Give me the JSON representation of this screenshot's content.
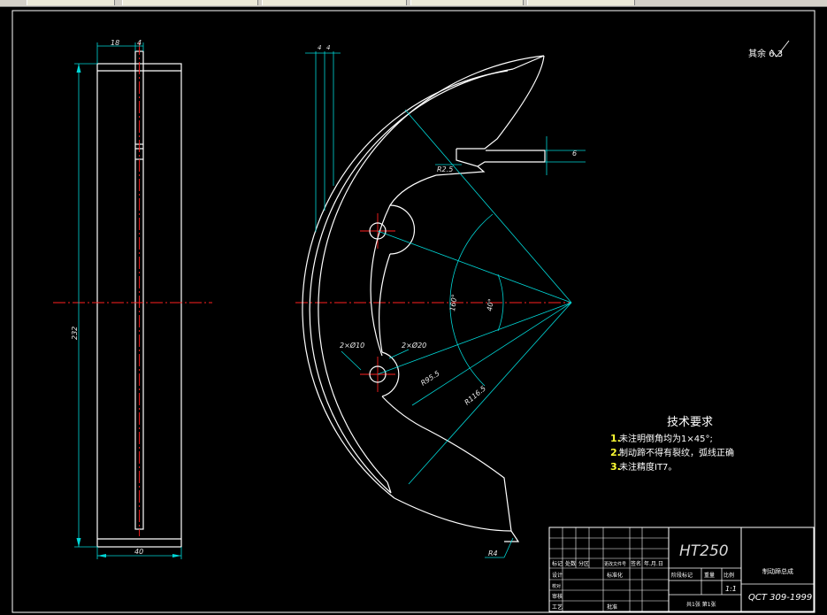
{
  "roughness_note": "其余 6.3",
  "tech_requirements": {
    "title": "技术要求",
    "items": [
      {
        "num": "1.",
        "text": "未注明倒角均为1×45°;"
      },
      {
        "num": "2.",
        "text": "制动蹄不得有裂纹，弧线正确"
      },
      {
        "num": "3.",
        "text": "未注精度IT7。"
      }
    ]
  },
  "dimensions": {
    "top_width_a": "18",
    "top_width_b": "4",
    "side_height": "232",
    "bottom_width": "40",
    "offset_right": "6",
    "radius_small": "R2.5",
    "hole_a": "2×Ø10",
    "hole_b": "2×Ø20",
    "angle_big": "160°",
    "angle_small": "40°",
    "radius_inner": "R95.5",
    "radius_outer": "R116.5",
    "radius_tip": "R4"
  },
  "title_block": {
    "material": "HT250",
    "part_name": "制动蹄总成",
    "standard": "QCT 309-1999",
    "stage_label": "阶段标记",
    "weight_label": "重量",
    "scale_label": "比例",
    "scale_value": "1:1",
    "sheets": "共1张 第1张",
    "rev_cols": [
      "标记",
      "处数",
      "分区",
      "更改文件号",
      "签名",
      "年.月.日"
    ],
    "design_label": "设计",
    "std_label": "标准化",
    "check_label": "审核",
    "process_label": "工艺",
    "approve_label": "批准"
  },
  "colors": {
    "background": "#000000",
    "outline": "#ffffff",
    "dimension": "#00d7d7",
    "centerline": "#ff2020",
    "highlight": "#ffff33"
  }
}
